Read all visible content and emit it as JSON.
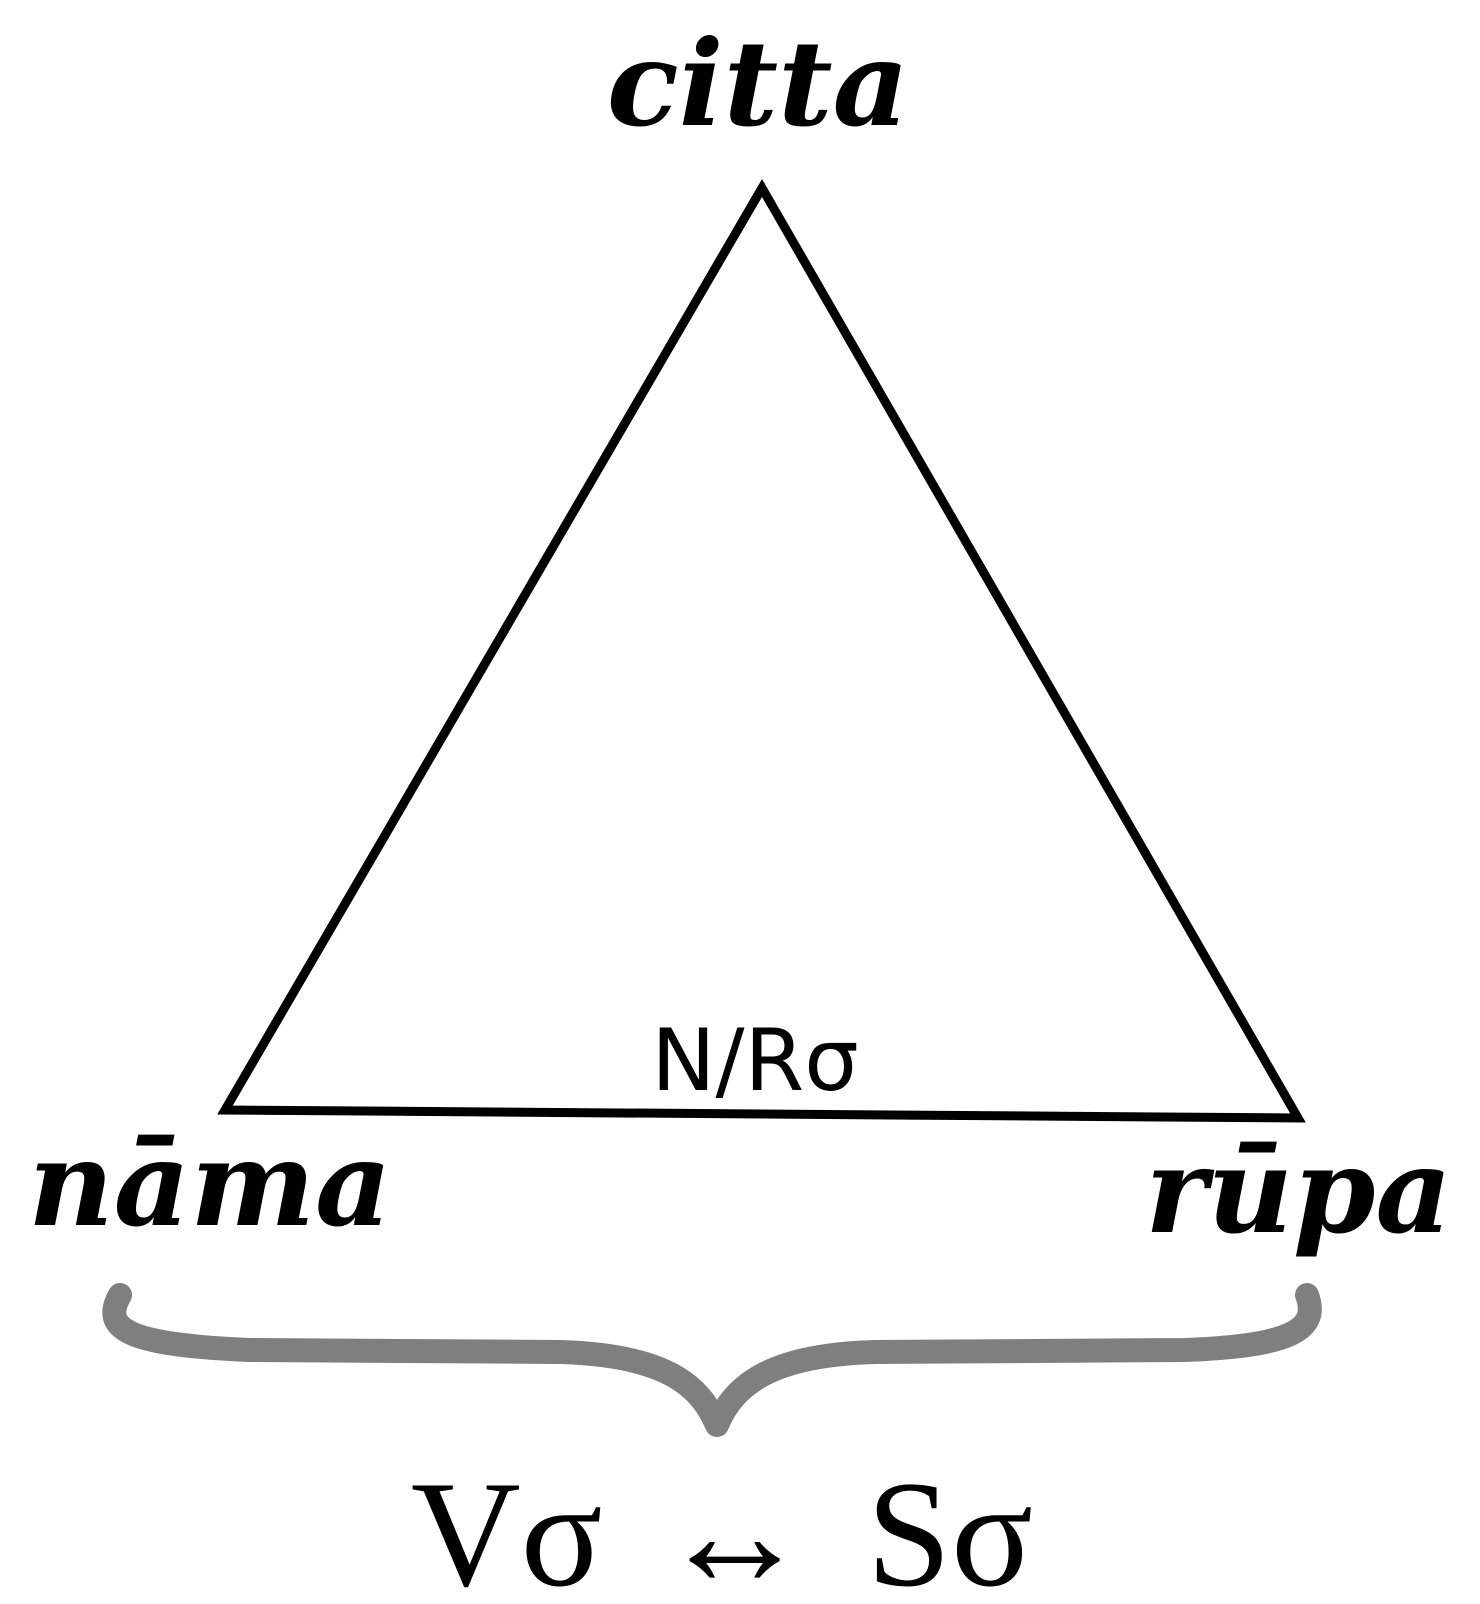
{
  "diagram": {
    "vertices": {
      "top": "citta",
      "left": "nāma",
      "right": "rūpa"
    },
    "base_edge_label": "N/Rσ",
    "bottom_expression": {
      "left": "Vσ",
      "arrow": "↔",
      "right": "Sσ"
    }
  },
  "colors": {
    "triangle_stroke": "#000000",
    "brace": "#7f7f7f",
    "text": "#000000",
    "background": "#ffffff"
  }
}
